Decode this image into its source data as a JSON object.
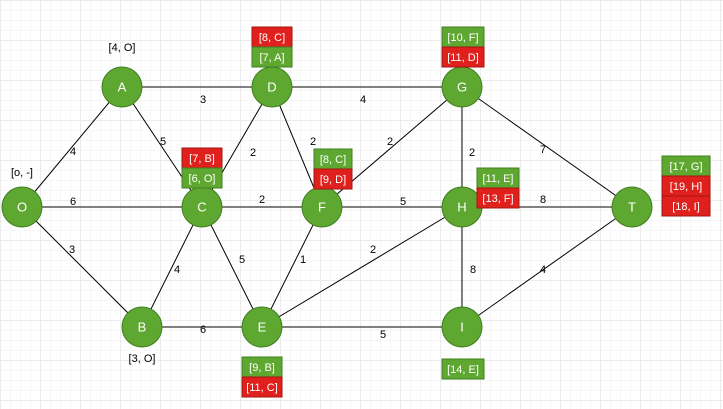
{
  "colors": {
    "node_fill": "#5ea832",
    "tag_green": "#5ea832",
    "tag_red": "#e0201c",
    "edge": "#000000"
  },
  "nodes": [
    {
      "id": "O",
      "label": "O"
    },
    {
      "id": "A",
      "label": "A"
    },
    {
      "id": "B",
      "label": "B"
    },
    {
      "id": "C",
      "label": "C"
    },
    {
      "id": "D",
      "label": "D"
    },
    {
      "id": "E",
      "label": "E"
    },
    {
      "id": "F",
      "label": "F"
    },
    {
      "id": "G",
      "label": "G"
    },
    {
      "id": "H",
      "label": "H"
    },
    {
      "id": "I",
      "label": "I"
    },
    {
      "id": "T",
      "label": "T"
    }
  ],
  "edges": [
    {
      "from": "O",
      "to": "A",
      "weight": "4"
    },
    {
      "from": "O",
      "to": "C",
      "weight": "6"
    },
    {
      "from": "O",
      "to": "B",
      "weight": "3"
    },
    {
      "from": "A",
      "to": "D",
      "weight": "3"
    },
    {
      "from": "A",
      "to": "C",
      "weight": "5"
    },
    {
      "from": "D",
      "to": "G",
      "weight": "4"
    },
    {
      "from": "D",
      "to": "C",
      "weight": "2"
    },
    {
      "from": "D",
      "to": "F",
      "weight": "2"
    },
    {
      "from": "C",
      "to": "F",
      "weight": "2"
    },
    {
      "from": "C",
      "to": "B",
      "weight": "4"
    },
    {
      "from": "C",
      "to": "E",
      "weight": "5"
    },
    {
      "from": "B",
      "to": "E",
      "weight": "6"
    },
    {
      "from": "F",
      "to": "G",
      "weight": "2"
    },
    {
      "from": "F",
      "to": "H",
      "weight": "5"
    },
    {
      "from": "F",
      "to": "E",
      "weight": "1"
    },
    {
      "from": "G",
      "to": "H",
      "weight": "2"
    },
    {
      "from": "G",
      "to": "T",
      "weight": "7"
    },
    {
      "from": "H",
      "to": "T",
      "weight": "8"
    },
    {
      "from": "H",
      "to": "E",
      "weight": "2"
    },
    {
      "from": "H",
      "to": "I",
      "weight": "8"
    },
    {
      "from": "E",
      "to": "I",
      "weight": "5"
    },
    {
      "from": "I",
      "to": "T",
      "weight": "4"
    }
  ],
  "plain_labels": [
    {
      "node": "O",
      "text": "[o, -]"
    },
    {
      "node": "A",
      "text": "[4, O]"
    },
    {
      "node": "B",
      "text": "[3, O]"
    }
  ],
  "tags": [
    {
      "node": "D",
      "text": "[8, C]",
      "color": "red"
    },
    {
      "node": "D",
      "text": "[7, A]",
      "color": "green"
    },
    {
      "node": "G",
      "text": "[10, F]",
      "color": "green"
    },
    {
      "node": "G",
      "text": "[11, D]",
      "color": "red"
    },
    {
      "node": "C",
      "text": "[7, B]",
      "color": "red"
    },
    {
      "node": "C",
      "text": "[6, O]",
      "color": "green"
    },
    {
      "node": "F",
      "text": "[8, C]",
      "color": "green"
    },
    {
      "node": "F",
      "text": "[9, D]",
      "color": "red"
    },
    {
      "node": "H",
      "text": "[11, E]",
      "color": "green"
    },
    {
      "node": "H",
      "text": "[13, F]",
      "color": "red"
    },
    {
      "node": "T",
      "text": "[17, G]",
      "color": "green"
    },
    {
      "node": "T",
      "text": "[19, H]",
      "color": "red"
    },
    {
      "node": "T",
      "text": "[18, I]",
      "color": "red"
    },
    {
      "node": "E",
      "text": "[9, B]",
      "color": "green"
    },
    {
      "node": "E",
      "text": "[11, C]",
      "color": "red"
    },
    {
      "node": "I",
      "text": "[14, E]",
      "color": "green"
    }
  ]
}
